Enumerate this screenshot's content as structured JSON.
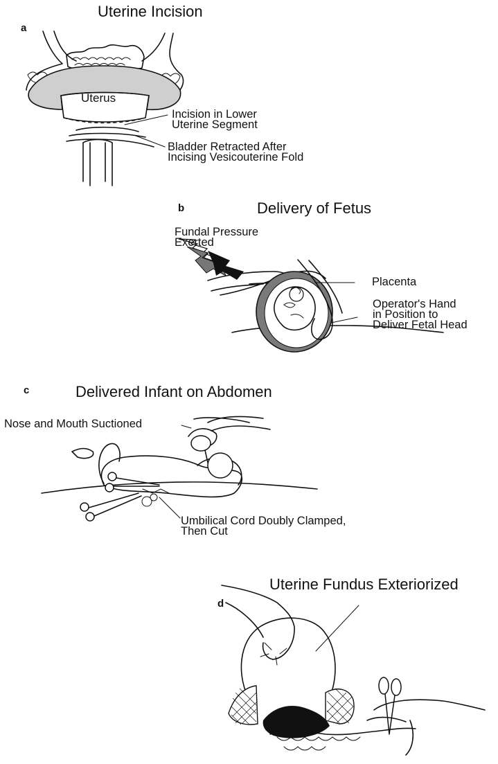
{
  "panels": [
    {
      "letter": "a",
      "title": "Uterine Incision",
      "organ_label": "Uterus",
      "callouts": [
        "Incision in Lower\nUterine Segment",
        "Bladder Retracted After\nIncising Vesicouterine Fold"
      ]
    },
    {
      "letter": "b",
      "title": "Delivery of Fetus",
      "callouts": [
        "Fundal Pressure\nExerted",
        "Placenta",
        "Operator's Hand\nin Position to\nDeliver Fetal Head"
      ]
    },
    {
      "letter": "c",
      "title": "Delivered Infant on Abdomen",
      "callouts": [
        "Nose and Mouth Suctioned",
        "Umbilical Cord Doubly Clamped,\nThen Cut"
      ]
    },
    {
      "letter": "d",
      "title": "Uterine Fundus Exteriorized",
      "callouts": []
    }
  ],
  "colors": {
    "ink": "#111111",
    "tissue_gray": "#cfcfcf",
    "dark_gray": "#6a6a6a"
  }
}
